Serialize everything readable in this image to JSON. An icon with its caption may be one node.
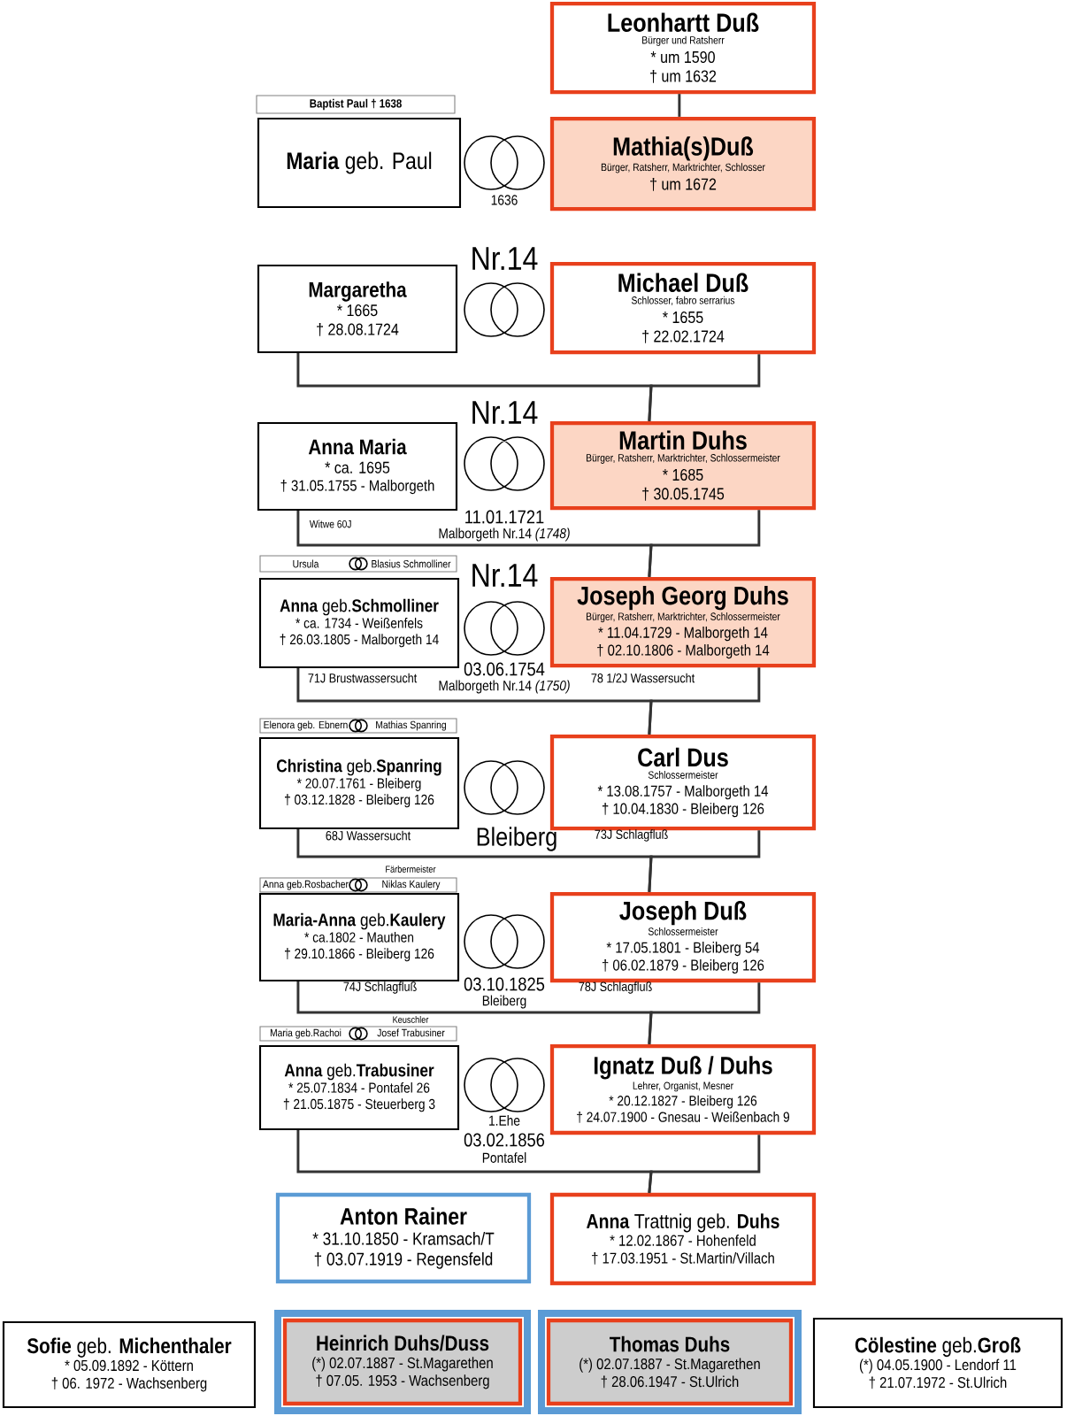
{
  "diagram": {
    "nodes": [
      {
        "text": [
          "Leonhartt Duß",
          "Bürger und Ratsherr",
          "* um 1590",
          "† um 1632"
        ]
      },
      {
        "text": [
          "Baptist Paul † 1638"
        ]
      },
      {
        "text": [
          "**Maria** geb. Paul"
        ]
      },
      {
        "text": [
          "Mathia(s)Duß",
          "Bürger, Ratsherr, Marktrichter, Schlosser",
          "† um 1672"
        ]
      },
      {
        "text": [
          "Margaretha",
          "* 1665",
          "† 28.08.1724"
        ]
      },
      {
        "text": [
          "Michael Duß",
          "Schlosser, fabro serrarius",
          "* 1655",
          "† 22.02.1724"
        ]
      },
      {
        "text": [
          "Anna Maria",
          "* ca. 1695",
          "† 31.05.1755 - Malborgeth"
        ]
      },
      {
        "text": [
          "Martin Duhs",
          "Bürger, Ratsherr, Marktrichter, Schlossermeister",
          "* 1685",
          "† 30.05.1745"
        ]
      },
      {
        "text": [
          "Ursula",
          "Blasius Schmolliner"
        ]
      },
      {
        "text": [
          "**Anna** geb.**Schmolliner**",
          "* ca. 1734 - Weißenfels",
          "† 26.03.1805 - Malborgeth 14"
        ]
      },
      {
        "text": [
          "Joseph Georg Duhs",
          "Bürger, Ratsherr, Marktrichter, Schlossermeister",
          "* 11.04.1729 - Malborgeth 14",
          "† 02.10.1806 - Malborgeth 14"
        ]
      },
      {
        "text": [
          "Elenora geb. Ebnern",
          "Mathias Spanring"
        ]
      },
      {
        "text": [
          "**Christina** geb.**Spanring**",
          "* 20.07.1761 - Bleiberg",
          "† 03.12.1828 - Bleiberg 126"
        ]
      },
      {
        "text": [
          "Carl Dus",
          "Schlossermeister",
          "* 13.08.1757 - Malborgeth 14",
          "† 10.04.1830 - Bleiberg 126"
        ]
      },
      {
        "text": [
          "Anna geb.Rosbacher",
          "Niklas Kaulery"
        ],
        "beside": [
          "Färbermeister"
        ]
      },
      {
        "text": [
          "**Maria-Anna** geb.**Kaulery**",
          "* ca.1802 - Mauthen",
          "† 29.10.1866 - Bleiberg 126"
        ]
      },
      {
        "text": [
          "Joseph Duß",
          "Schlossermeister",
          "* 17.05.1801 - Bleiberg 54",
          "† 06.02.1879 - Bleiberg 126"
        ]
      },
      {
        "text": [
          "Maria geb.Rachoi",
          "Josef Trabusiner"
        ],
        "beside": [
          "Keuschler"
        ]
      },
      {
        "text": [
          "**Anna** geb.**Trabusiner**",
          "* 25.07.1834 - Pontafel 26",
          "† 21.05.1875 - Steuerberg 3"
        ]
      },
      {
        "text": [
          "Ignatz Duß / Duhs",
          "Lehrer, Organist, Mesner",
          "* 20.12.1827 - Bleiberg 126",
          "† 24.07.1900 - Gnesau - Weißenbach 9"
        ]
      },
      {
        "text": [
          "Anton Rainer",
          "* 31.10.1850 - Kramsach/T",
          "† 03.07.1919 - Regensfeld"
        ]
      },
      {
        "text": [
          "**Anna** Trattnig geb. **Duhs**",
          "* 12.02.1867 - Hohenfeld",
          "† 17.03.1951 - St.Martin/Villach"
        ]
      },
      {
        "text": [
          "**Sofie** geb. **Michenthaler**",
          "* 05.09.1892 - Köttern",
          "† 06. 1972 - Wachsenberg"
        ]
      },
      {
        "text": [
          "Heinrich Duhs/Duss",
          "(*) 02.07.1887 - St.Magarethen",
          "† 07.05. 1953 - Wachsenberg"
        ]
      },
      {
        "text": [
          "Thomas Duhs",
          "(*) 02.07.1887 - St.Magarethen",
          "† 28.06.1947 - St.Ulrich"
        ]
      },
      {
        "text": [
          "**Cölestine** geb.**Groß**",
          "(*) 04.05.1900 - Lendorf 11",
          "† 21.07.1972 - St.Ulrich"
        ]
      }
    ],
    "edges": [
      {
        "from": 0,
        "to": 3,
        "arrow": "none"
      },
      {
        "from": 5,
        "to": 7,
        "arrow": "none"
      },
      {
        "from": 4,
        "to": 7,
        "arrow": "none"
      },
      {
        "from": 7,
        "to": 10,
        "arrow": "none"
      },
      {
        "from": 6,
        "to": 10,
        "arrow": "none"
      },
      {
        "from": 10,
        "to": 13,
        "arrow": "none"
      },
      {
        "from": 9,
        "to": 13,
        "arrow": "none"
      },
      {
        "from": 13,
        "to": 16,
        "arrow": "none"
      },
      {
        "from": 12,
        "to": 16,
        "arrow": "none"
      },
      {
        "from": 16,
        "to": 19,
        "arrow": "none"
      },
      {
        "from": 15,
        "to": 19,
        "arrow": "none"
      },
      {
        "from": 19,
        "to": 21,
        "arrow": "none"
      },
      {
        "from": 18,
        "to": 21,
        "arrow": "none"
      }
    ],
    "labels": [
      "1636",
      "Nr.14",
      "Nr.14",
      "11.01.1721",
      "Witwe 60J",
      "Malborgeth Nr.14 *(1748)*",
      "Nr.14",
      "71J Brustwassersucht",
      "03.06.1754",
      "78 1/2J Wassersucht",
      "Malborgeth Nr.14 *(1750)*",
      "68J Wassersucht",
      "73J Schlagfluß",
      "Bleiberg",
      "74J Schlagfluß",
      "03.10.1825",
      "78J Schlagfluß",
      "Bleiberg",
      "1.Ehe",
      "03.02.1856",
      "Pontafel"
    ]
  }
}
